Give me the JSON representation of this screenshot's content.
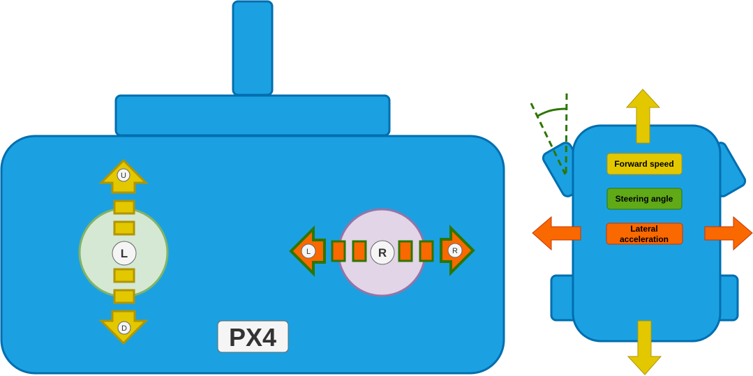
{
  "colors": {
    "body_fill": "#1ba1e2",
    "body_stroke": "#006eaf",
    "yellow_fill": "#e3c800",
    "yellow_stroke": "#b09500",
    "orange_fill": "#fa6800",
    "green_stroke": "#2d7600",
    "green_fill": "#60a917",
    "left_stick_fill": "#d5e8d4",
    "left_stick_stroke": "#82b366",
    "right_stick_fill": "#e1d5e7",
    "right_stick_stroke": "#9673a6",
    "badge_fill": "#f5f5f5",
    "text_dark": "#333333"
  },
  "controller": {
    "brand_label": "PX4",
    "left_stick": {
      "label": "L",
      "up_label": "U",
      "down_label": "D"
    },
    "right_stick": {
      "label": "R",
      "left_label": "L",
      "right_label": "R"
    }
  },
  "vehicle": {
    "labels": {
      "forward_speed": "Forward speed",
      "steering_angle": "Steering angle",
      "lateral_acceleration_line1": "Lateral",
      "lateral_acceleration_line2": "acceleration"
    }
  }
}
